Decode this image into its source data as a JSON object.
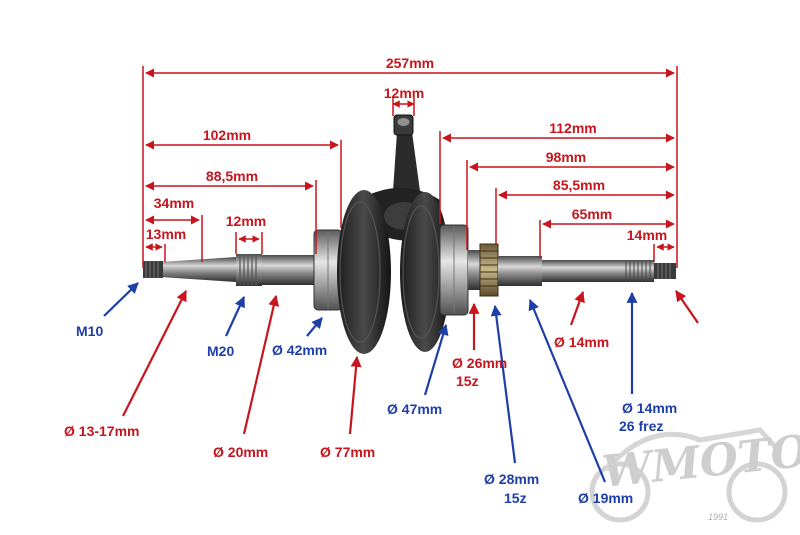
{
  "colors": {
    "dimension": "#c8141c",
    "red_label": "#c8141c",
    "blue_label": "#1f3fa8",
    "part": "#2a2a2a",
    "metal": "#9a9a9a"
  },
  "dimensions": {
    "total_length": "257mm",
    "rod_width": "12mm",
    "left_to_web": "102mm",
    "right_from_web": "112mm",
    "left_to_bearing": "88,5mm",
    "right_from_bearing": "98mm",
    "right_from_gear": "85,5mm",
    "left_34": "34mm",
    "left_13": "13mm",
    "thread_m20_width": "12mm",
    "right_65": "65mm",
    "right_14": "14mm"
  },
  "labels": {
    "m10": "M10",
    "taper": "Ø 13-17mm",
    "m20": "M20",
    "d20": "Ø 20mm",
    "d42": "Ø 42mm",
    "d77": "Ø 77mm",
    "d47": "Ø 47mm",
    "d26": "Ø 26mm",
    "d26_teeth": "15z",
    "d28": "Ø 28mm",
    "d28_teeth": "15z",
    "d19": "Ø 19mm",
    "d14": "Ø 14mm",
    "d14_spline": "Ø 14mm",
    "d14_spline_count": "26 frez"
  },
  "watermark": {
    "text": "WMOTO",
    "year": "1991",
    "icon": "motorcycle-logo-icon"
  }
}
